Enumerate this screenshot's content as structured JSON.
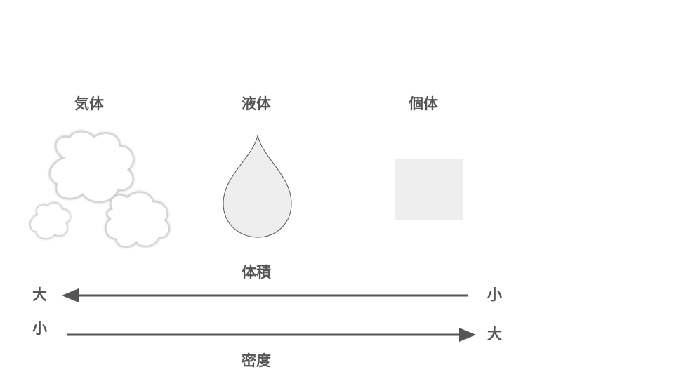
{
  "states": {
    "gas": "気体",
    "liquid": "液体",
    "solid": "個体"
  },
  "volume_arrow": {
    "title": "体積",
    "left": "大",
    "right": "小",
    "direction": "right-to-left"
  },
  "density_arrow": {
    "title": "密度",
    "left": "小",
    "right": "大",
    "direction": "left-to-right"
  },
  "colors": {
    "text": "#555555",
    "shape_fill": "#eeeeee",
    "shape_stroke": "#555555",
    "cloud_stroke": "#cccccc",
    "arrow": "#555555"
  }
}
